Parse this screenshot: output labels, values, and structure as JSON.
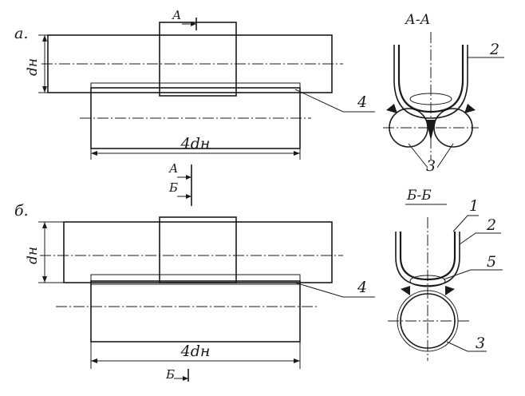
{
  "figure": {
    "variant_a": {
      "label": "а.",
      "dimension_diameter": "dн",
      "dimension_length": "4dн",
      "section_mark": "А",
      "callout_4": "4"
    },
    "variant_b": {
      "label": "б.",
      "dimension_diameter": "dн",
      "dimension_length": "4dн",
      "section_mark": "Б",
      "callout_4": "4"
    },
    "mid_marks": {
      "mark_a": "А",
      "mark_b": "Б"
    },
    "section_a": {
      "title": "А-А",
      "callout_2": "2",
      "callout_3": "3"
    },
    "section_b": {
      "title": "Б-Б",
      "callout_1": "1",
      "callout_2": "2",
      "callout_5": "5",
      "callout_3": "3"
    }
  }
}
